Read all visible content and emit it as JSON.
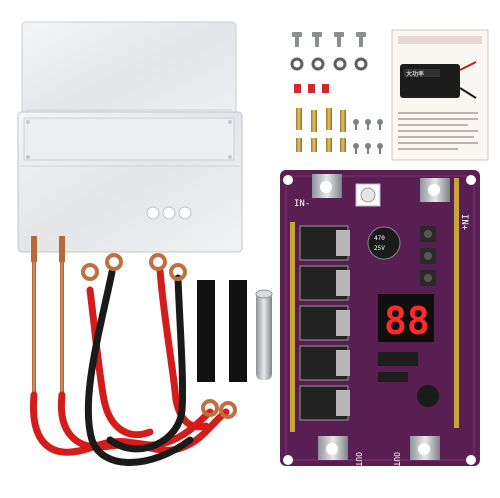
{
  "product": {
    "board": {
      "label_in_plus": "IN+",
      "label_in_minus": "IN-",
      "label_out_minus": "OUT-",
      "label_out_plus": "OUT+",
      "capacitor_value": "470",
      "capacitor_voltage": "25V",
      "display_digits": "88"
    },
    "manual": {
      "battery_label": "大功率"
    }
  },
  "colors": {
    "pcb": "#5a1f52",
    "copper": "#c87a4a",
    "red_wire": "#d41c1c",
    "black_wire": "#1a1a1a",
    "display_red": "#ff2a2a"
  }
}
